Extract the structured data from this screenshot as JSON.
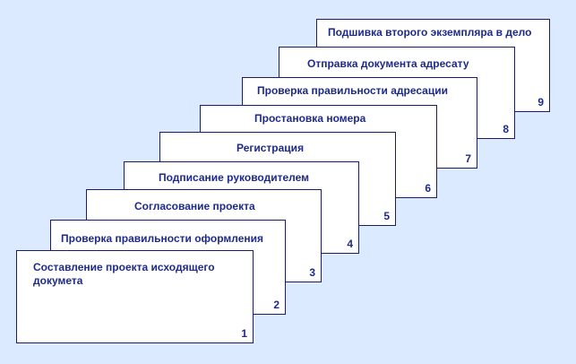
{
  "steps": [
    {
      "number": "1",
      "title": "Составление проекта исходящего\nдокумета"
    },
    {
      "number": "2",
      "title": "Проверка правильности оформления"
    },
    {
      "number": "3",
      "title": "Согласование проекта"
    },
    {
      "number": "4",
      "title": "Подписание руководителем"
    },
    {
      "number": "5",
      "title": "Регистрация"
    },
    {
      "number": "6",
      "title": "Простановка номера"
    },
    {
      "number": "7",
      "title": "Проверка правильности адресации"
    },
    {
      "number": "8",
      "title": "Отправка документа адресату"
    },
    {
      "number": "9",
      "title": "Подшивка второго экземпляра в дело"
    }
  ],
  "colors": {
    "background": "#dbeafe",
    "card_fill": "#ffffff",
    "card_border": "#1c1c66",
    "text": "#1e2a8a"
  }
}
